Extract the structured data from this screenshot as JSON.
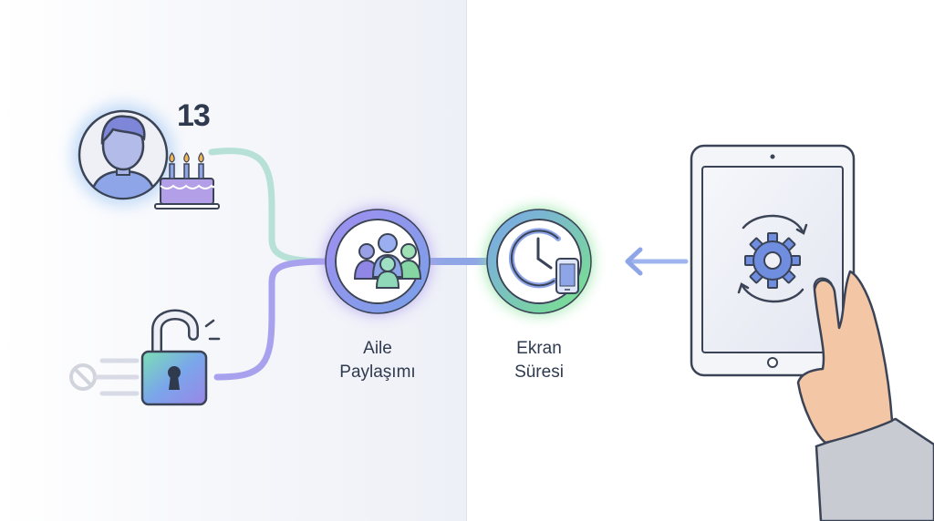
{
  "labels": {
    "family_sharing": [
      "Aile",
      "Paylaşımı"
    ],
    "screen_time": [
      "Ekran",
      "Süresi"
    ]
  },
  "child": {
    "age": "13"
  },
  "icons": {
    "avatar": "child-avatar-icon",
    "cake": "birthday-cake-icon",
    "lock": "open-padlock-icon",
    "block": "prohibited-icon",
    "family": "family-group-icon",
    "clock": "clock-icon",
    "phone": "smartphone-icon",
    "gear": "gear-sync-icon",
    "tablet": "tablet-device-icon",
    "hand": "hand-icon"
  },
  "colors": {
    "outline": "#3b4456",
    "accent_purple": "#8f86e6",
    "accent_blue": "#78a9e8",
    "accent_teal": "#7fd0c8",
    "accent_green": "#7be08f",
    "skin": "#f3c6a5"
  }
}
